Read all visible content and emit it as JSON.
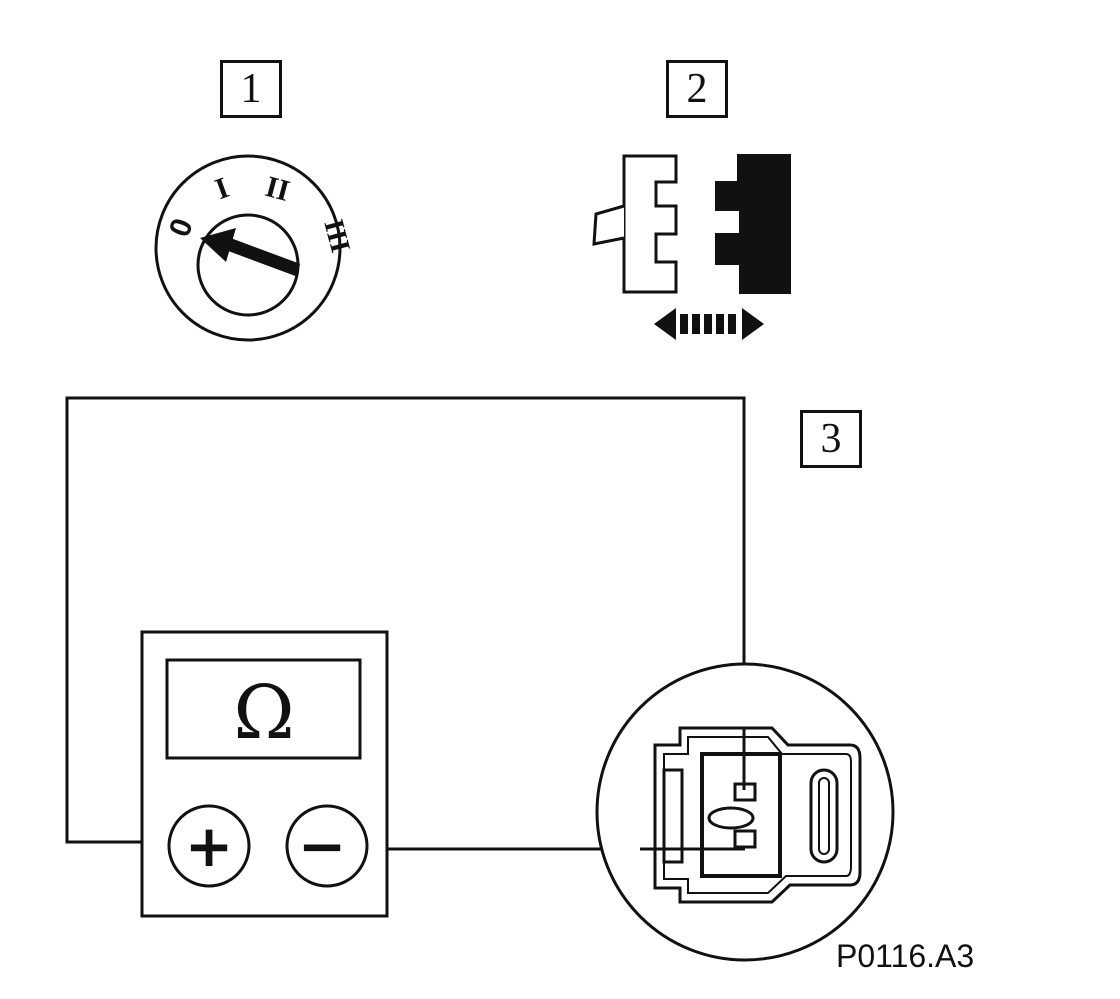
{
  "steps": [
    "1",
    "2",
    "3"
  ],
  "ignition_switch": {
    "positions": [
      "0",
      "I",
      "II",
      "III"
    ],
    "selected_position": "0"
  },
  "multimeter": {
    "display_symbol": "Ω",
    "positive_terminal": "+",
    "negative_terminal": "−"
  },
  "reference_code": "P0116.A3",
  "colors": {
    "ink": "#111111",
    "background": "#ffffff"
  }
}
